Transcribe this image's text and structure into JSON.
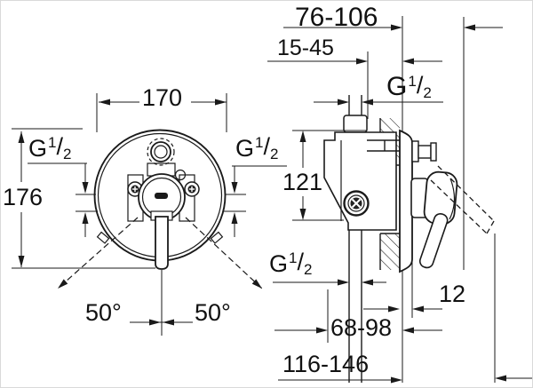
{
  "colors": {
    "line": "#1a1a1a",
    "background": "#ffffff"
  },
  "drawing": {
    "thread": {
      "g": "G",
      "sup": "1",
      "slash": "/",
      "sub": "2"
    },
    "front_view": {
      "plate_diameter": "170",
      "overall_height": "176",
      "swing_angle_left": "50°",
      "swing_angle_right": "50°"
    },
    "side_view": {
      "depth_range_top": "76-106",
      "wall_depth_range": "15-45",
      "port_distance": "121",
      "plate_thickness": "12",
      "body_depth_range": "68-98",
      "total_depth_range": "116-146"
    }
  }
}
